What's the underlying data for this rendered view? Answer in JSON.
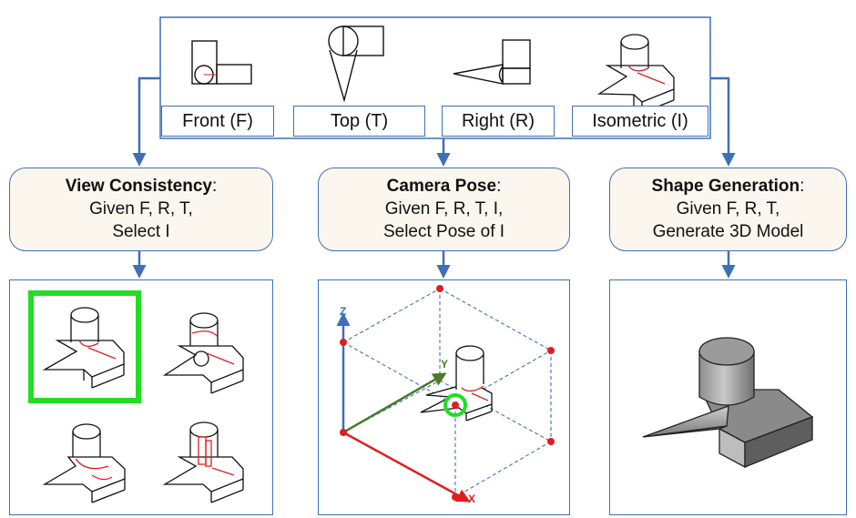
{
  "views": [
    {
      "key": "front",
      "label": "Front (F)"
    },
    {
      "key": "top",
      "label": "Top (T)"
    },
    {
      "key": "right",
      "label": "Right (R)"
    },
    {
      "key": "isometric",
      "label": "Isometric (I)"
    }
  ],
  "tasks": [
    {
      "title": "View Consistency",
      "line1": "Given F, R, T,",
      "line2": "Select I"
    },
    {
      "title": "Camera Pose",
      "line1": "Given F, R, T, I,",
      "line2": "Select Pose of I"
    },
    {
      "title": "Shape Generation",
      "line1": "Given F, R, T,",
      "line2": "Generate 3D Model"
    }
  ],
  "axes": {
    "z": "Z",
    "y": "Y",
    "x": "X"
  },
  "colors": {
    "frame_blue": "#3f6fb8",
    "task_fill": "#fbf6ee",
    "highlight_green": "#22dd22",
    "axis_z": "#3f6fb8",
    "axis_y": "#4a7a2a",
    "axis_x": "#e21d1d",
    "pose_point": "#e21d1d",
    "hidden_edge": "#e21d1d"
  }
}
